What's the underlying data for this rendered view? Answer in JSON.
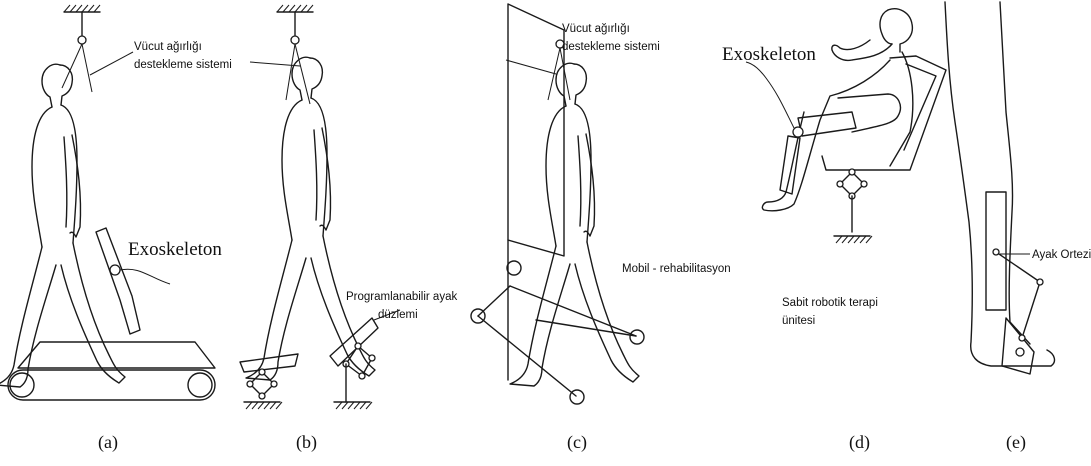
{
  "panels": [
    {
      "caption": "(a)",
      "labels": [
        "Vücut ağırlığı",
        "destekleme sistemi"
      ],
      "big_label": "Exoskeleton"
    },
    {
      "caption": "(b)",
      "labels": [
        "Programlanabilir ayak",
        "düzlemi"
      ]
    },
    {
      "caption": "(c)",
      "labels": [
        "Vücut ağırlığı",
        "destekleme sistemi",
        "Mobil - rehabilitasyon"
      ]
    },
    {
      "caption": "(d)",
      "labels": [
        "Sabit robotik terapi",
        "ünitesi"
      ],
      "big_label": "Exoskeleton"
    },
    {
      "caption": "(e)",
      "labels": [
        "Ayak Ortezi"
      ]
    }
  ]
}
